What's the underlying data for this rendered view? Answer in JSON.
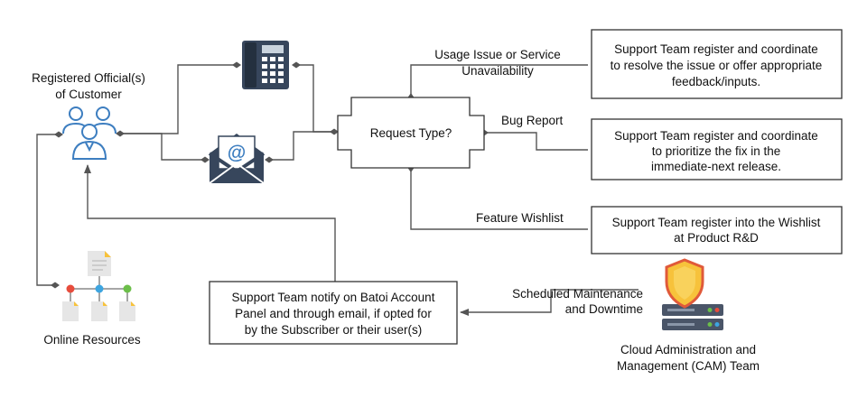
{
  "nodes": {
    "customer": {
      "lines": [
        "Registered Official(s)",
        "of Customer"
      ]
    },
    "request_type": {
      "label": "Request Type?"
    },
    "online_resources": {
      "label": "Online Resources"
    },
    "cam_team": {
      "lines": [
        "Cloud Administration and",
        "Management (CAM) Team"
      ]
    }
  },
  "boxes": {
    "usage_issue": [
      "Support Team register and coordinate",
      "to resolve the issue or offer appropriate",
      "feedback/inputs."
    ],
    "bug_report": [
      "Support Team register and coordinate",
      "to prioritize the fix in the",
      "immediate-next release."
    ],
    "feature_wishlist": [
      "Support Team register into the Wishlist",
      "at Product R&D"
    ],
    "notify": [
      "Support Team notify on Batoi Account",
      "Panel and through email, if opted for",
      "by the Subscriber or their user(s)"
    ]
  },
  "edge_labels": {
    "usage_issue": [
      "Usage Issue or Service",
      "Unavailability"
    ],
    "bug_report": "Bug Report",
    "feature_wishlist": "Feature Wishlist",
    "maintenance": [
      "Scheduled Maintenance",
      "and Downtime"
    ]
  },
  "icons": {
    "customer": "users-group-icon",
    "phone": "desk-phone-icon",
    "email": "email-envelope-icon",
    "resources": "document-tree-icon",
    "cam": "server-shield-icon"
  },
  "colors": {
    "connector": "#555555",
    "icon_blue": "#3d7ec0",
    "envelope_dark": "#37465c",
    "shield": "#f7c23b",
    "server": "#4a5568"
  }
}
